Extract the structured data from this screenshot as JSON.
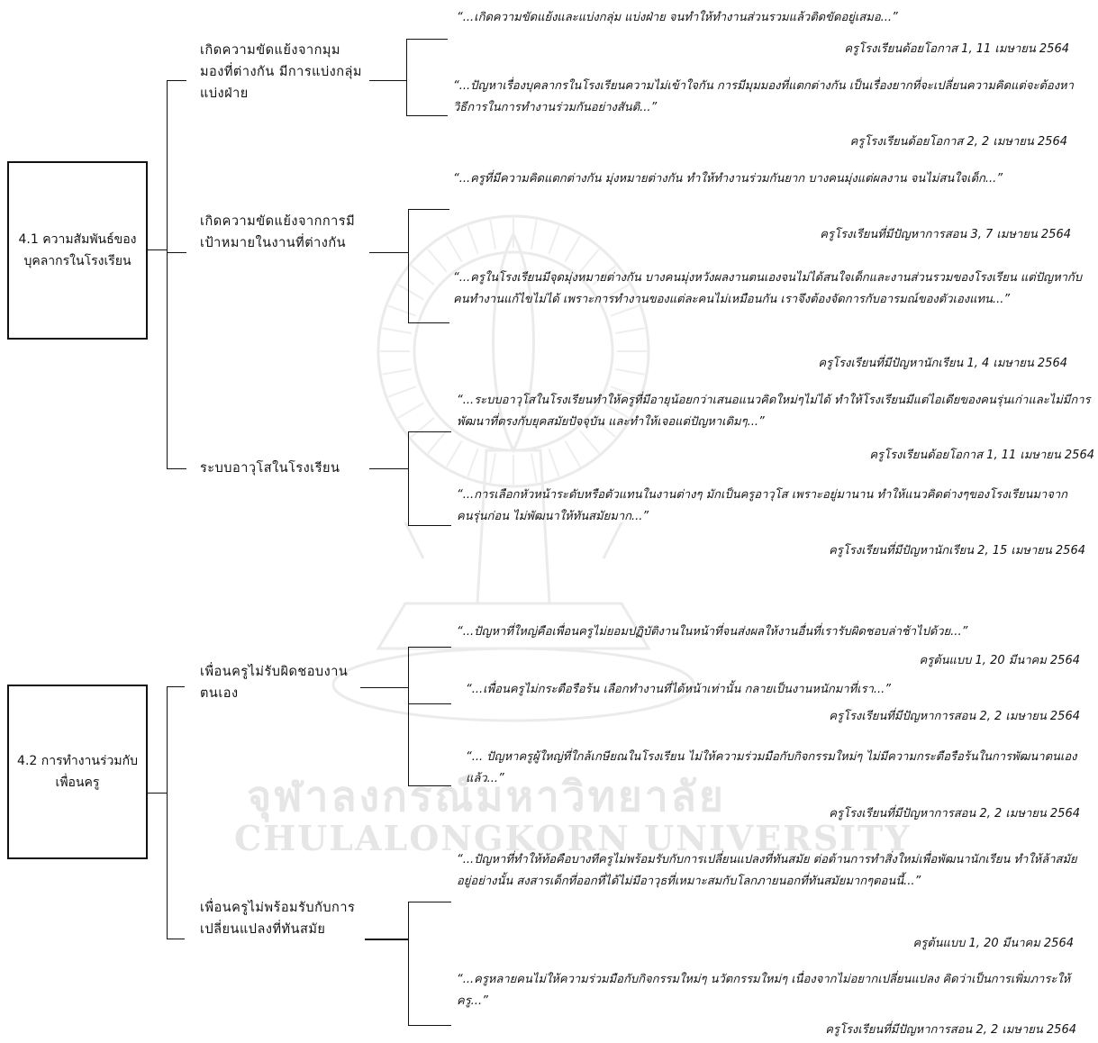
{
  "watermark": {
    "thai": "จุฬาลงกรณ์มหาวิทยาลัย",
    "english": "CHULALONGKORN UNIVERSITY"
  },
  "sections": [
    {
      "title": "4.1 ความสัมพันธ์ของบุคลากรในโรงเรียน",
      "subthemes": [
        {
          "label": "เกิดความขัดแย้งจากมุมมองที่ต่างกัน มีการแบ่งกลุ่ม แบ่งฝ่าย",
          "quotes": [
            {
              "text": "“...เกิดความขัดแย้งและแบ่งกลุ่ม แบ่งฝ่าย จนทำให้ทำงานส่วนรวมแล้วติดขัดอยู่เสมอ...”",
              "source": "ครูโรงเรียนด้อยโอกาส 1, 11 เมษายน 2564"
            },
            {
              "text": "“...ปัญหาเรื่องบุคลากรในโรงเรียนความไม่เข้าใจกัน การมีมุมมองที่แตกต่างกัน เป็นเรื่องยากที่จะเปลี่ยนความคิดแต่จะต้องหาวิธีการในการทำงานร่วมกันอย่างสันติ...”",
              "source": "ครูโรงเรียนด้อยโอกาส 2, 2 เมษายน 2564"
            }
          ]
        },
        {
          "label": "เกิดความขัดแย้งจากการมีเป้าหมายในงานที่ต่างกัน",
          "quotes": [
            {
              "text": "“...ครูที่มีความคิดแตกต่างกัน มุ่งหมายต่างกัน ทำให้ทำงานร่วมกันยาก บางคนมุ่งแต่ผลงาน จนไม่สนใจเด็ก...”",
              "source": "ครูโรงเรียนที่มีปัญหาการสอน 3, 7 เมษายน 2564"
            },
            {
              "text": "“...ครูในโรงเรียนมีจุดมุ่งหมายต่างกัน บางคนมุ่งหวังผลงานตนเองจนไม่ได้สนใจเด็กและงานส่วนรวมของโรงเรียน แต่ปัญหากับคนทำงานแก้ไขไม่ได้ เพราะการทำงานของแต่ละคนไม่เหมือนกัน เราจึงต้องจัดการกับอารมณ์ของตัวเองแทน...”",
              "source": "ครูโรงเรียนที่มีปัญหานักเรียน 1, 4 เมษายน 2564"
            }
          ]
        },
        {
          "label": "ระบบอาวุโสในโรงเรียน",
          "quotes": [
            {
              "text": "“...ระบบอาวุโสในโรงเรียนทำให้ครูที่มีอายุน้อยกว่าเสนอแนวคิดใหม่ๆไม่ได้ ทำให้โรงเรียนมีแต่ไอเดียของคนรุ่นเก่าและไม่มีการพัฒนาที่ตรงกับยุคสมัยปัจจุบัน และทำให้เจอแต่ปัญหาเดิมๆ...”",
              "source": "ครูโรงเรียนด้อยโอกาส 1, 11 เมษายน 2564"
            },
            {
              "text": "“...การเลือกหัวหน้าระดับหรือตัวแทนในงานต่างๆ มักเป็นครูอาวุโส เพราะอยู่มานาน ทำให้แนวคิดต่างๆของโรงเรียนมาจากคนรุ่นก่อน ไม่พัฒนาให้ทันสมัยมาก...”",
              "source": "ครูโรงเรียนที่มีปัญหานักเรียน 2, 15 เมษายน 2564"
            }
          ]
        }
      ]
    },
    {
      "title": "4.2 การทำงานร่วมกับเพื่อนครู",
      "subthemes": [
        {
          "label": "เพื่อนครูไม่รับผิดชอบงานตนเอง",
          "quotes": [
            {
              "text": "“...ปัญหาที่ใหญ่คือเพื่อนครูไม่ยอมปฏิบัติงานในหน้าที่จนส่งผลให้งานอื่นที่เรารับผิดชอบล่าช้าไปด้วย...”",
              "source": "ครูต้นแบบ 1, 20 มีนาคม 2564"
            },
            {
              "text": "“...เพื่อนครูไม่กระตือรือร้น เลือกทำงานที่ได้หน้าเท่านั้น กลายเป็นงานหนักมาที่เรา...”",
              "source": "ครูโรงเรียนที่มีปัญหาการสอน 2, 2 เมษายน 2564"
            },
            {
              "text": "“... ปัญหาครูผู้ใหญ่ที่ใกล้เกษียณในโรงเรียน ไม่ให้ความร่วมมือกับกิจกรรมใหม่ๆ ไม่มีความกระตือรือร้นในการพัฒนาตนเองแล้ว...”",
              "source": "ครูโรงเรียนที่มีปัญหาการสอน 2, 2 เมษายน 2564"
            }
          ]
        },
        {
          "label": "เพื่อนครูไม่พร้อมรับกับการเปลี่ยนแปลงที่ทันสมัย",
          "quotes": [
            {
              "text": "“...ปัญหาที่ทำให้ท้อคือบางทีครูไม่พร้อมรับกับการเปลี่ยนแปลงที่ทันสมัย ต่อต้านการทำสิ่งใหม่เพื่อพัฒนานักเรียน ทำให้ล้าสมัยอยู่อย่างนั้น สงสารเด็กที่ออกที่ได้ไม่มีอาวุธที่เหมาะสมกับโลกภายนอกที่ทันสมัยมากๆตอนนี้...”",
              "source": "ครูต้นแบบ 1, 20 มีนาคม 2564"
            },
            {
              "text": "“...ครูหลายคนไม่ให้ความร่วมมือกับกิจกรรมใหม่ๆ นวัตกรรมใหม่ๆ เนื่องจากไม่อยากเปลี่ยนแปลง คิดว่าเป็นการเพิ่มภาระให้ครู...”",
              "source": "ครูโรงเรียนที่มีปัญหาการสอน 2, 2 เมษายน 2564"
            }
          ]
        }
      ]
    }
  ]
}
